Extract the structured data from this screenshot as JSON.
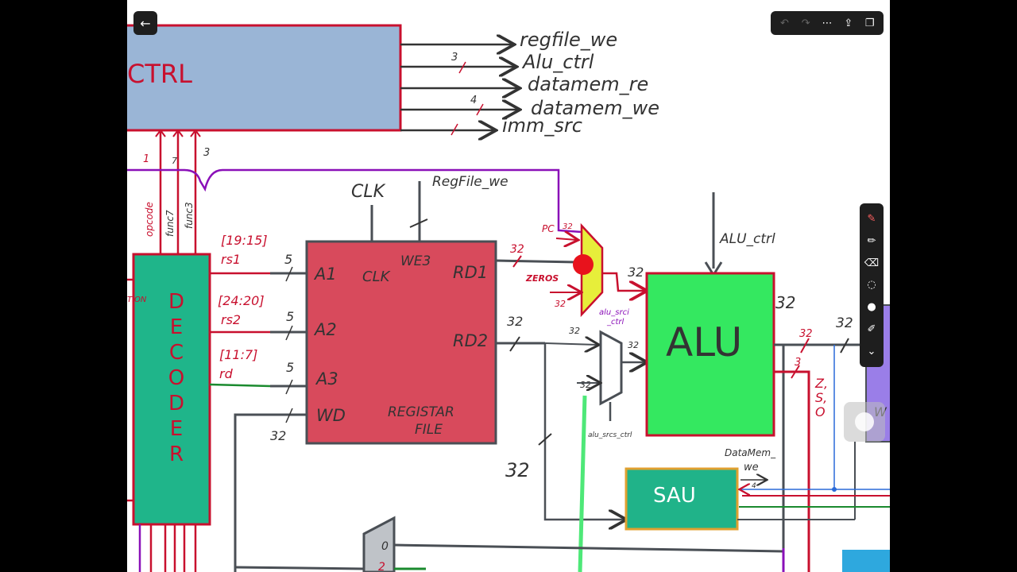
{
  "colors": {
    "ctrl_fill": "#9ab5d6",
    "decoder_fill": "#1fb58a",
    "regfile_fill": "#d84a5c",
    "alu_fill": "#34e860",
    "mux_fill": "#e7ee3a",
    "sau_fill": "#20b389",
    "ink_red": "#c8102e",
    "wire_grey": "#4a4f55",
    "wire_purple": "#8a10b8"
  },
  "ctrl": {
    "title": "CTRL",
    "outputs": [
      "regfile_we",
      "Alu_ctrl",
      "datamem_re",
      "datamem_we",
      "imm_src"
    ],
    "bus_widths": [
      "3",
      "4"
    ]
  },
  "decoder": {
    "letters": [
      "D",
      "E",
      "C",
      "O",
      "D",
      "E",
      "R"
    ],
    "side_label": "TION",
    "in_labels": [
      "opcode",
      "func7",
      "func3"
    ],
    "in_marks": [
      "7",
      "3"
    ]
  },
  "fields": {
    "rs1_bits": "[19:15]",
    "rs1": "rs1",
    "rs2_bits": "[24:20]",
    "rs2": "rs2",
    "rd_bits": "[11:7]",
    "rd": "rd"
  },
  "regfile": {
    "clk_label": "CLK",
    "we_label": "RegFile_we",
    "ports": {
      "a1": "A1",
      "a2": "A2",
      "a3": "A3",
      "wd": "WD",
      "we3": "WE3",
      "rd1": "RD1",
      "rd2": "RD2",
      "clk": "CLK"
    },
    "name_line1": "REGISTAR",
    "name_line2": "FILE",
    "widths": {
      "a1": "5",
      "a2": "5",
      "a3": "5",
      "wd": "32",
      "rd1": "32",
      "rd2": "32"
    }
  },
  "mux1": {
    "pc": "PC",
    "pc_w": "32",
    "zeros": "ZEROS",
    "in_w": "32",
    "ctrl_line1": "alu_srci",
    "ctrl_line2": "_ctrl",
    "out_w": "32"
  },
  "mux2": {
    "in_w1": "32",
    "in_w2": "32",
    "in_w3": "32",
    "ctrl": "alu_srcs_ctrl"
  },
  "alu": {
    "label": "ALU",
    "ctrl": "ALU_ctrl",
    "out_w": "32",
    "r32": "32",
    "r3": "3",
    "flags": [
      "Z,",
      "S,",
      "O"
    ],
    "far_w": "32"
  },
  "sau": {
    "label": "SAU",
    "datamem_line1": "DataMem_",
    "datamem_line2": "we",
    "w4": "4"
  },
  "misc": {
    "bus32": "32",
    "mux3_0": "0",
    "mux3_2": "2"
  },
  "toolbar": {
    "back": "←",
    "icons": [
      "undo-icon",
      "redo-icon",
      "more-icon",
      "share-icon",
      "copy-icon"
    ]
  },
  "side_tools": [
    "laser-pen-icon",
    "pen-icon",
    "eraser-icon",
    "lasso-icon",
    "mic-icon",
    "highlighter-icon",
    "collapse-icon"
  ]
}
